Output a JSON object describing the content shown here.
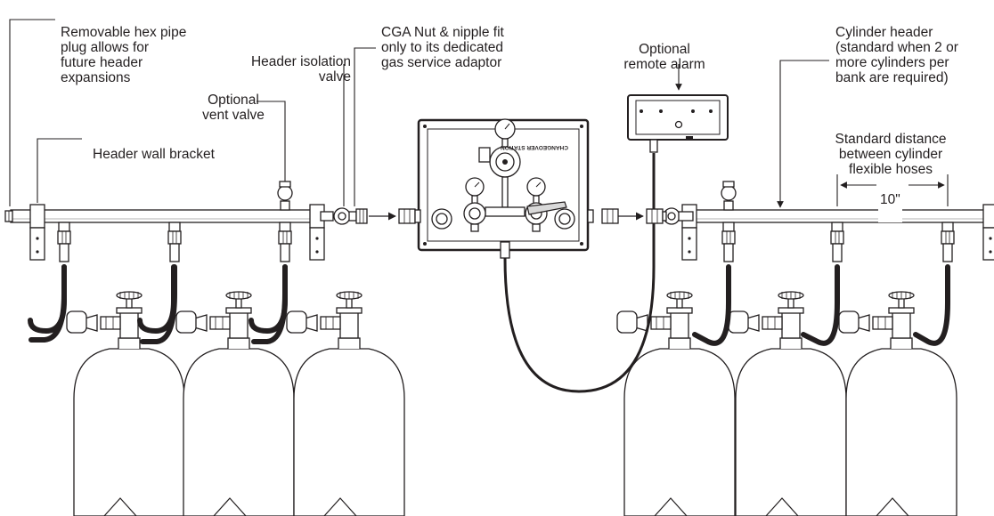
{
  "labels": {
    "hex_plug": [
      "Removable hex pipe",
      "plug allows for",
      "future header",
      "expansions"
    ],
    "vent_valve": [
      "Optional",
      "vent valve"
    ],
    "wall_bracket": "Header wall bracket",
    "isolation_valve": [
      "Header isolation",
      "valve"
    ],
    "cga_nut": [
      "CGA Nut & nipple fit",
      "only to its dedicated",
      "gas service adaptor"
    ],
    "remote_alarm": [
      "Optional",
      "remote alarm"
    ],
    "cylinder_header": [
      "Cylinder header",
      "(standard when 2 or",
      "more cylinders per",
      "bank are required)"
    ],
    "hose_distance": [
      "Standard distance",
      "between cylinder",
      "flexible hoses"
    ],
    "dimension": "10\""
  },
  "panel_text": "CHANGEOVER STATION",
  "colors": {
    "ink": "#231f20",
    "fill": "#ffffff",
    "shade": "#d9d9d9"
  }
}
